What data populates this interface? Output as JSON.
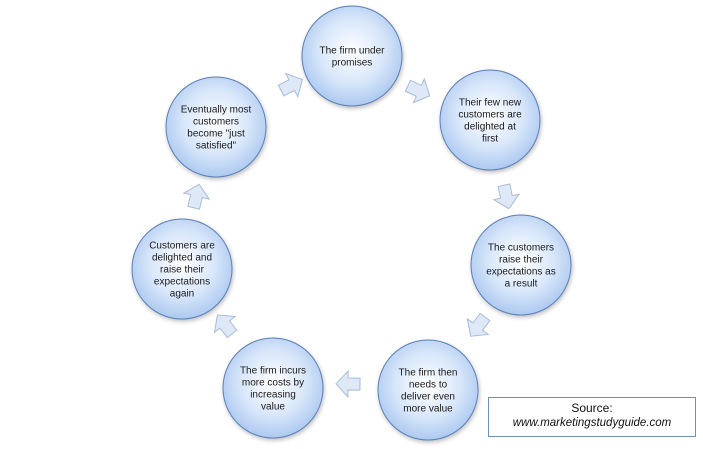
{
  "cycle": {
    "nodes": [
      {
        "lines": [
          "The firm under",
          "promises"
        ]
      },
      {
        "lines": [
          "Their few new",
          "customers are",
          "delighted at",
          "first"
        ]
      },
      {
        "lines": [
          "The customers",
          "raise their",
          "expectations as",
          "a result"
        ]
      },
      {
        "lines": [
          "The firm then",
          "needs to",
          "deliver even",
          "more value"
        ]
      },
      {
        "lines": [
          "The firm incurs",
          "more costs by",
          "increasing",
          "value"
        ]
      },
      {
        "lines": [
          "Customers are",
          "delighted and",
          "raise their",
          "expectations",
          "again"
        ]
      },
      {
        "lines": [
          "Eventually most",
          "customers",
          "become \"just",
          "satisfied\""
        ]
      }
    ]
  },
  "source": {
    "label": "Source:",
    "url": "www.marketingstudyguide.com"
  },
  "colors": {
    "circle_center": "#ffffff",
    "circle_edge": "#9fc0ec",
    "circle_stroke": "#5b7fb4",
    "arrow_fill": "#dfe8f6",
    "arrow_stroke": "#a9bcd8"
  }
}
